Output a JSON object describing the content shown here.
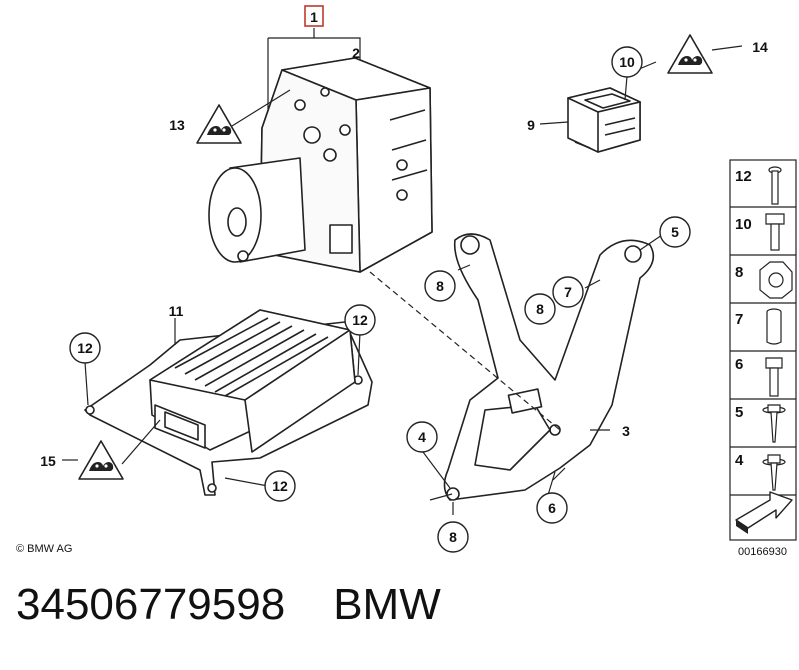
{
  "callouts": {
    "c1": "1",
    "c2": "2",
    "c3": "3",
    "c4a": "4",
    "c5a": "5",
    "c6a": "6",
    "c7a": "7",
    "c8a": "8",
    "c8b": "8",
    "c8c": "8",
    "c9": "9",
    "c10": "10",
    "c11": "11",
    "c12a": "12",
    "c12b": "12",
    "c12c": "12",
    "c13": "13",
    "c14": "14",
    "c15": "15"
  },
  "side_panel": [
    "12",
    "10",
    "8",
    "7",
    "6",
    "5",
    "4"
  ],
  "copyright": "© BMW AG",
  "diagram_number": "00166930",
  "footer": {
    "part_number": "34506779598",
    "brand": "BMW"
  },
  "colors": {
    "line": "#222222",
    "callout_box": "#c0392b",
    "bg": "#ffffff"
  },
  "icons": [
    "warning-triangle-icon",
    "arrow-icon"
  ]
}
